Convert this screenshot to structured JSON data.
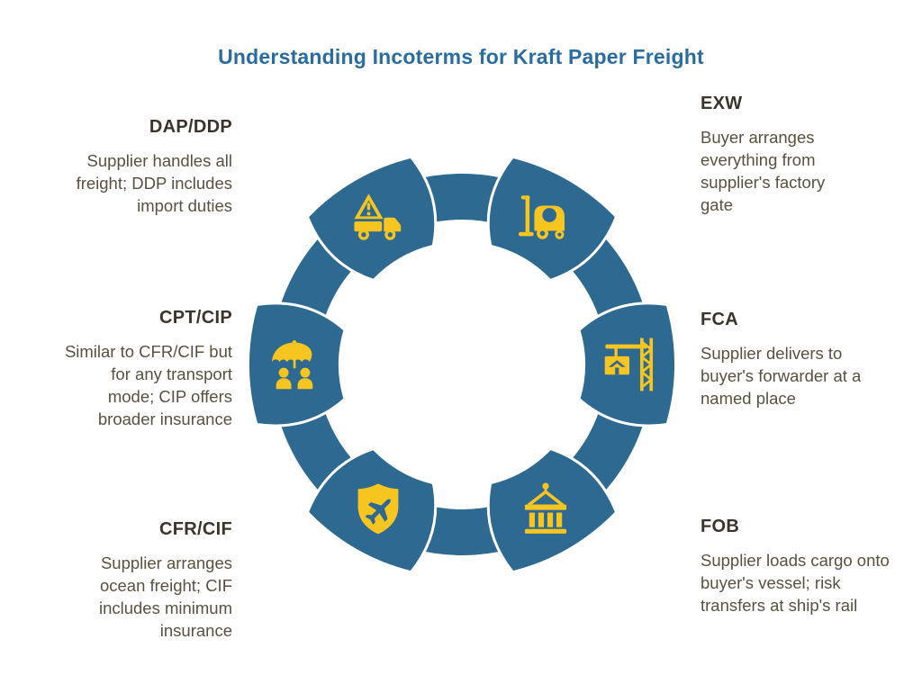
{
  "title": {
    "text": "Understanding Incoterms for Kraft Paper Freight"
  },
  "colors": {
    "title_blue": "#2a6ca0",
    "primary_blue": "#2e6991",
    "accent_yellow": "#f6c51f",
    "heading_text": "#3a352b",
    "body_text": "#57513f",
    "background": "#ffffff"
  },
  "diagram": {
    "type": "circular-cycle",
    "items": [
      {
        "id": "exw",
        "term": "EXW",
        "description": "Buyer arranges everything from supplier's factory gate",
        "icon": "forklift-icon",
        "angle": 30
      },
      {
        "id": "fca",
        "term": "FCA",
        "description": "Supplier delivers to buyer's forwarder at a named place",
        "icon": "crane-container-icon",
        "angle": 90
      },
      {
        "id": "fob",
        "term": "FOB",
        "description": "Supplier loads cargo onto buyer's vessel; risk transfers at ship's rail",
        "icon": "container-hook-icon",
        "angle": 150
      },
      {
        "id": "cfr-cif",
        "term": "CFR/CIF",
        "description": "Supplier arranges ocean freight; CIF includes minimum insurance",
        "icon": "shield-airplane-icon",
        "angle": 210
      },
      {
        "id": "cpt-cip",
        "term": "CPT/CIP",
        "description": "Similar to CFR/CIF but for any transport mode; CIP offers broader insurance",
        "icon": "umbrella-people-icon",
        "angle": 270
      },
      {
        "id": "dap-ddp",
        "term": "DAP/DDP",
        "description": "Supplier handles all freight; DDP includes import duties",
        "icon": "truck-warning-icon",
        "angle": 330
      }
    ]
  }
}
